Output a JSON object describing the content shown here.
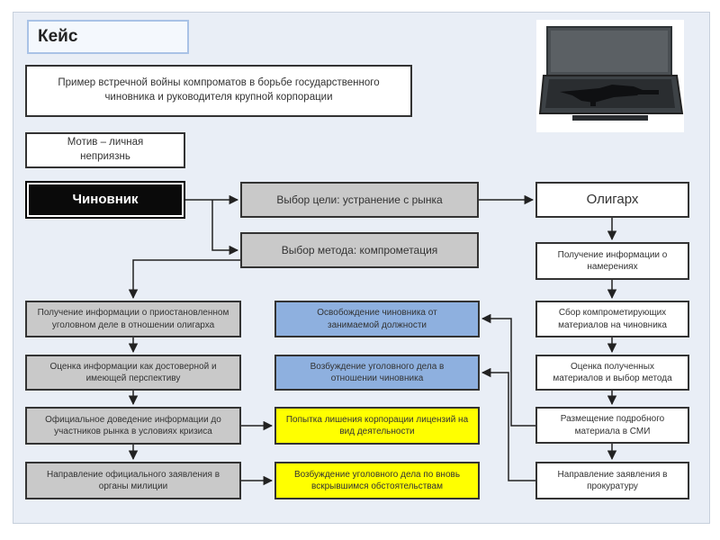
{
  "header": {
    "case_label": "Кейс",
    "description": "Пример встречной войны компроматов в борьбе государственного чиновника и руководителя крупной корпорации",
    "motive": "Мотив – личная неприязнь"
  },
  "actors": {
    "official": "Чиновник",
    "oligarch": "Олигарх"
  },
  "center": {
    "goal": "Выбор цели: устранение с рынка",
    "method": "Выбор метода: компрометация"
  },
  "left_steps": [
    "Получение информации о приостановленном уголовном деле в отношении олигарха",
    "Оценка информации как достоверной и имеющей перспективу",
    "Официальное доведение информации до участников рынка в условиях кризиса",
    "Направление официального заявления в органы милиции"
  ],
  "middle_results": [
    "Освобождение чиновника от занимаемой должности",
    "Возбуждение уголовного дела в отношении чиновника",
    "Попытка лишения корпорации лицензий на вид деятельности",
    "Возбуждение уголовного дела по вновь вскрывшимся обстоятельствам"
  ],
  "right_steps": [
    "Получение информации о намерениях",
    "Сбор компрометирующих материалов на чиновника",
    "Оценка полученных материалов и выбор метода",
    "Размещение подробного материала в СМИ",
    "Направление заявления в прокуратуру"
  ],
  "colors": {
    "panel": "#e9eef6",
    "gray_box": "#c9c9c9",
    "blue_box": "#8eb0df",
    "yellow_box": "#ffff00",
    "black_box": "#0a0a0a"
  },
  "photo_icon": "gun-case-photo"
}
